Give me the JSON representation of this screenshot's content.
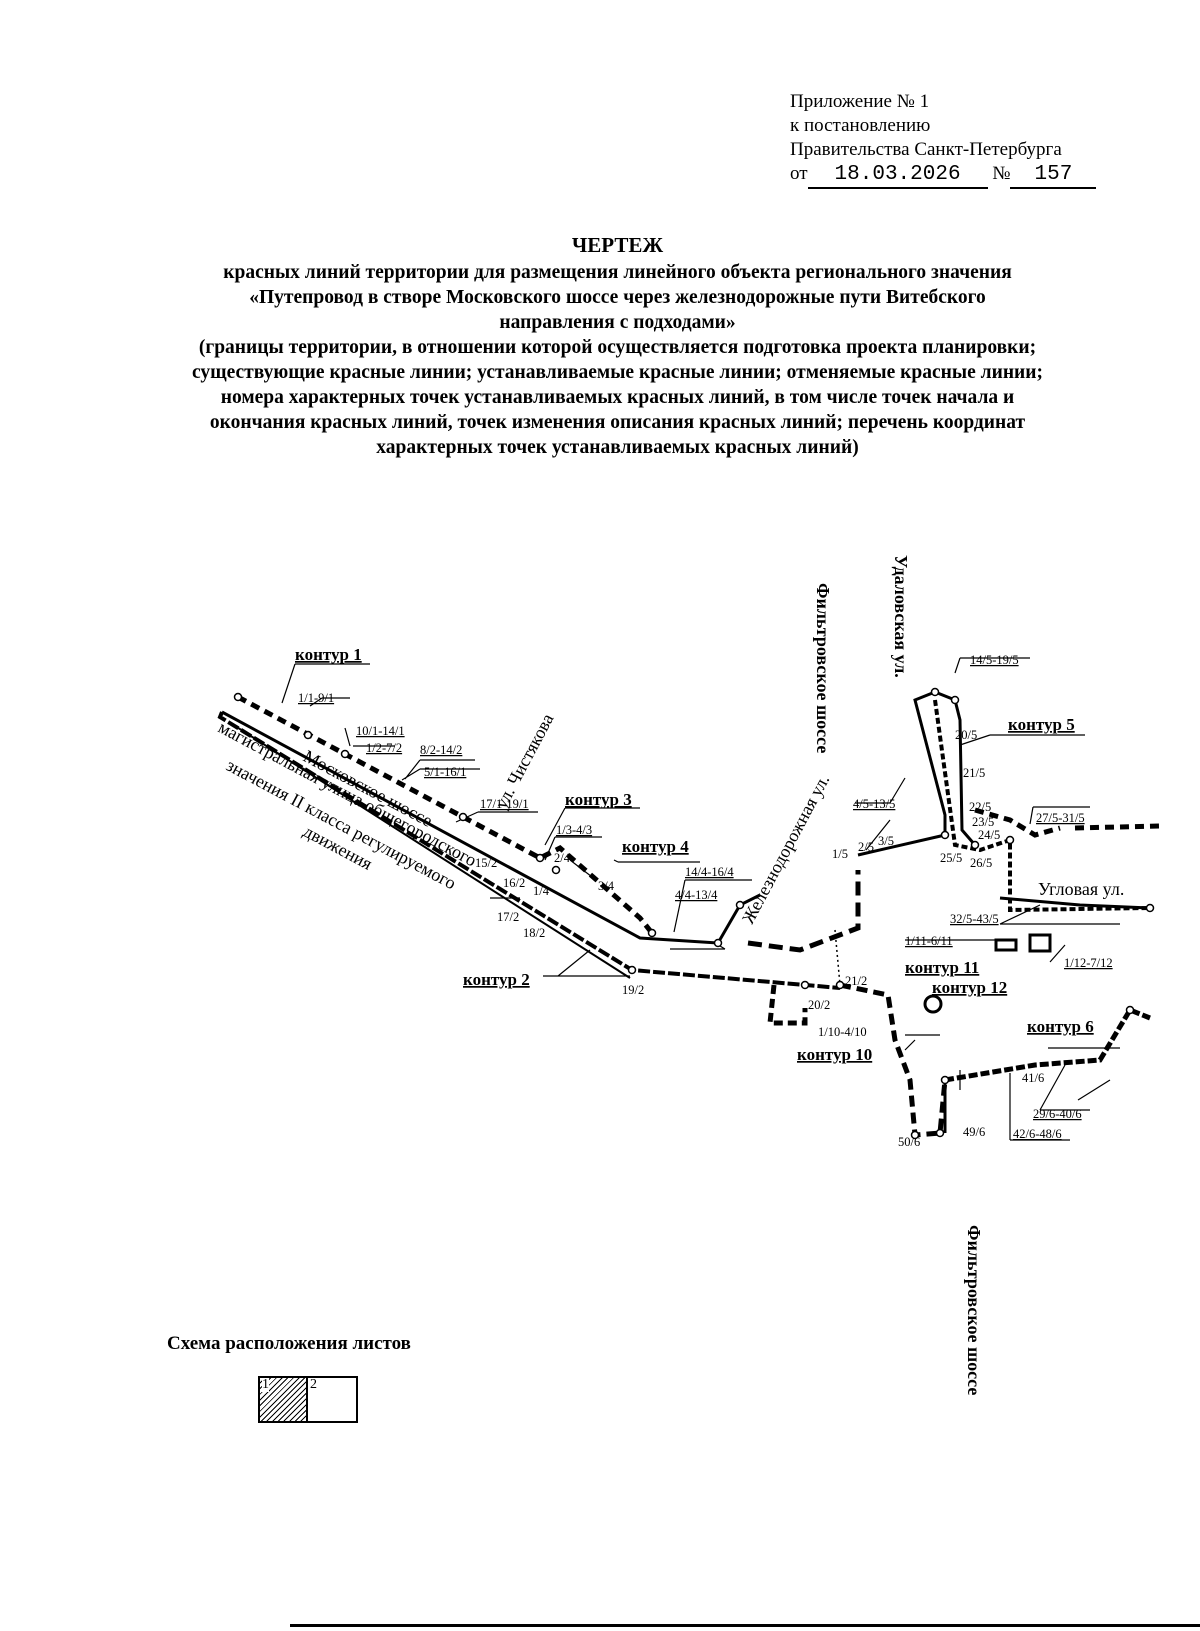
{
  "appendix": {
    "line1": "Приложение № 1",
    "line2": "к постановлению",
    "line3": "Правительства Санкт-Петербурга",
    "date_prefix": "от",
    "date": "18.03.2026",
    "number_prefix": "№",
    "number": "157"
  },
  "title": {
    "heading": "ЧЕРТЕЖ",
    "line1": "красных линий территории для размещения линейного объекта регионального значения",
    "line2": "«Путепровод в створе Московского шоссе через железнодорожные пути Витебского",
    "line3": "направления с подходами»",
    "line4": "(границы территории, в отношении которой осуществляется подготовка проекта планировки;",
    "line5": "существующие красные линии; устанавливаемые красные линии; отменяемые красные линии;",
    "line6": "номера характерных точек устанавливаемых красных линий, в том числе точек начала и",
    "line7": "окончания красных линий, точек изменения описания красных линий; перечень координат",
    "line8": "характерных точек устанавливаемых красных линий)"
  },
  "map": {
    "contours": {
      "c1": "контур 1",
      "c2": "контур 2",
      "c3": "контур 3",
      "c4": "контур 4",
      "c5": "контур 5",
      "c6": "контур 6",
      "c10": "контур 10",
      "c11": "контур 11",
      "c12": "контур 12"
    },
    "streets": {
      "moskovskoe": "Московское шоссе",
      "magistral1": "магистральная улица общегородского",
      "magistral2": "значения II класса регулируемого",
      "magistral3": "движения",
      "chistyakova": "ул. Чистякова",
      "zheleznodorozhnaya": "Железнодорожная ул.",
      "filtrovskoe_top": "Фильтровское шоссе",
      "udalovskaya": "Удаловская ул.",
      "uglovaya": "Угловая ул.",
      "filtrovskoe_bottom": "Фильтровское шоссе"
    },
    "points": {
      "p1": "1/1-9/1",
      "p2": "10/1-14/1",
      "p3": "1/2-7/2",
      "p4": "8/2-14/2",
      "p5": "5/1-16/1",
      "p6": "17/1-19/1",
      "p7": "1/3-4/3",
      "p8": "2/4",
      "p9": "15/2",
      "p10": "16/2",
      "p11": "1/4",
      "p12": "3/4",
      "p13": "14/4-16/4",
      "p14": "4/4-13/4",
      "p15": "17/2",
      "p16": "18/2",
      "p17": "19/2",
      "p18": "21/2",
      "p19": "20/2",
      "p20": "1/10-4/10",
      "p21": "4/5-13/5",
      "p22": "2/5",
      "p23": "3/5",
      "p24": "1/5",
      "p25": "14/5-19/5",
      "p26": "20/5",
      "p27": "21/5",
      "p28": "22/5",
      "p29": "23/5",
      "p30": "24/5",
      "p31": "27/5-31/5",
      "p32": "25/5",
      "p33": "26/5",
      "p34": "32/5-43/5",
      "p35": "1/11-6/11",
      "p36": "1/12-7/12",
      "p37": "41/6",
      "p38": "29/6-40/6",
      "p39": "42/6-48/6",
      "p40": "49/6",
      "p41": "50/6"
    }
  },
  "scheme": {
    "title": "Схема расположения листов",
    "sheet1": "1",
    "sheet2": "2"
  }
}
